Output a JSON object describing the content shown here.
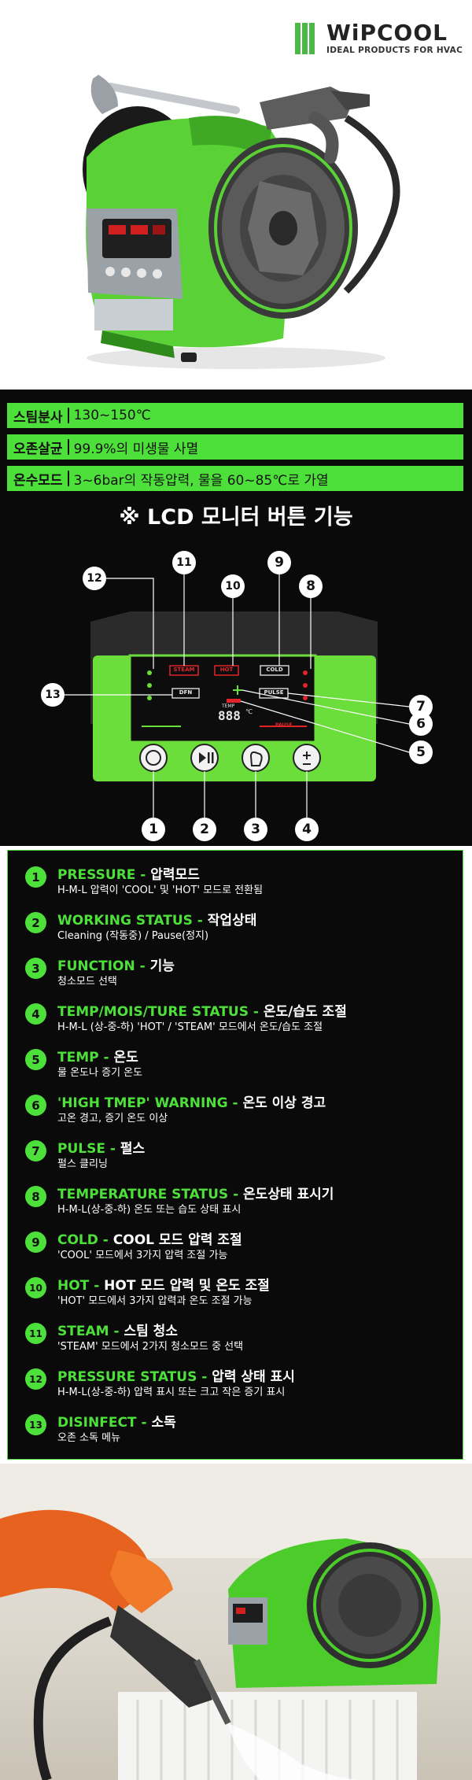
{
  "brand": {
    "name": "WiPCOOL",
    "tagline": "IDEAL PRODUCTS FOR HVAC",
    "green": "#4db848"
  },
  "specs": [
    {
      "label": "스팀분사",
      "value": "130~150℃"
    },
    {
      "label": "오존살균",
      "value": "99.9%의 미생물 사멸"
    },
    {
      "label": "온수모드",
      "value": "3~6bar의 작동압력, 물을 60~85℃로 가열"
    }
  ],
  "lcd": {
    "section_title": "※ LCD 모니터 버튼 기능",
    "screen_labels": {
      "steam": "STEAM",
      "hot": "HOT",
      "cold": "COLD",
      "dfn": "DFN",
      "pulse": "PULSE",
      "temp": "TEMP",
      "digits": "888",
      "deg": "℃",
      "pause": "PAUSE"
    },
    "callouts": [
      "1",
      "2",
      "3",
      "4",
      "5",
      "6",
      "7",
      "8",
      "9",
      "10",
      "11",
      "12",
      "13"
    ]
  },
  "features": [
    {
      "num": "1",
      "en": "PRESSURE -",
      "ko": "압력모드",
      "desc": "H-M-L 압력이 'COOL' 및 'HOT' 모드로 전환됨"
    },
    {
      "num": "2",
      "en": "WORKING STATUS -",
      "ko": "작업상태",
      "desc": "Cleaning (작동중) / Pause(정지)"
    },
    {
      "num": "3",
      "en": "FUNCTION -",
      "ko": "기능",
      "desc": "청소모드 선택"
    },
    {
      "num": "4",
      "en": "TEMP/MOIS/TURE STATUS -",
      "ko": "온도/습도 조절",
      "desc": "H-M-L (상-중-하) 'HOT' / 'STEAM' 모드에서 온도/습도 조절"
    },
    {
      "num": "5",
      "en": "TEMP -",
      "ko": "온도",
      "desc": "물 온도나 증기 온도"
    },
    {
      "num": "6",
      "en": "'HIGH TMEP' WARNING -",
      "ko": "온도 이상 경고",
      "desc": "고온 경고, 증기 온도 이상"
    },
    {
      "num": "7",
      "en": "PULSE -",
      "ko": "펄스",
      "desc": "펄스 클리닝"
    },
    {
      "num": "8",
      "en": "TEMPERATURE STATUS -",
      "ko": "온도상태 표시기",
      "desc": "H-M-L(상-중-하) 온도 또는 습도 상태 표시"
    },
    {
      "num": "9",
      "en": "COLD -",
      "ko": "COOL 모드 압력 조절",
      "desc": "'COOL' 모드에서 3가지 압력 조절 가능"
    },
    {
      "num": "10",
      "en": "HOT -",
      "ko": "HOT 모드 압력 및 온도 조절",
      "desc": "'HOT' 모드에서 3가지 압력과 온도 조절 가능"
    },
    {
      "num": "11",
      "en": "STEAM -",
      "ko": "스팀 청소",
      "desc": "'STEAM' 모드에서 2가지 청소모드 중 선택"
    },
    {
      "num": "12",
      "en": "PRESSURE STATUS -",
      "ko": "압력 상태 표시",
      "desc": "H-M-L(상-중-하) 압력 표시 또는 크고 작은 증기 표시"
    },
    {
      "num": "13",
      "en": "DISINFECT -",
      "ko": "소독",
      "desc": "오존 소독 메뉴"
    }
  ],
  "colors": {
    "accent": "#4ee03a",
    "bg_dark": "#0a0a0a",
    "lcd_red": "#e0242a"
  }
}
